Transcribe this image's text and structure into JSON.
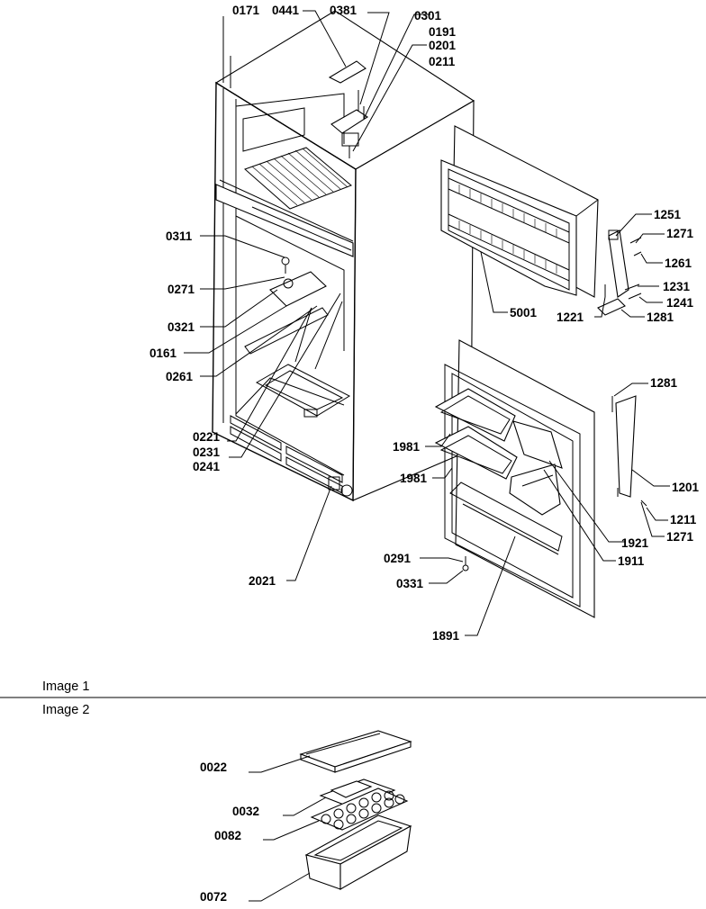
{
  "figure_1": {
    "caption": "Image 1",
    "callouts": {
      "p0171": "0171",
      "p0441": "0441",
      "p0381": "0381",
      "p0301": "0301",
      "p0191": "0191",
      "p0201": "0201",
      "p0211": "0211",
      "p0311": "0311",
      "p0271": "0271",
      "p0321": "0321",
      "p0161": "0161",
      "p0261": "0261",
      "p0221": "0221",
      "p0231": "0231",
      "p0241": "0241",
      "p2021": "2021",
      "p5001": "5001",
      "p1251": "1251",
      "p1271a": "1271",
      "p1261": "1261",
      "p1231": "1231",
      "p1241": "1241",
      "p1221": "1221",
      "p1281a": "1281",
      "p1281b": "1281",
      "p1201": "1201",
      "p1211": "1211",
      "p1271b": "1271",
      "p1981a": "1981",
      "p1981b": "1981",
      "p1921": "1921",
      "p1911": "1911",
      "p0291": "0291",
      "p0331": "0331",
      "p1891": "1891"
    }
  },
  "figure_2": {
    "caption": "Image 2",
    "callouts": {
      "p0022": "0022",
      "p0032": "0032",
      "p0082": "0082",
      "p0072": "0072"
    }
  }
}
